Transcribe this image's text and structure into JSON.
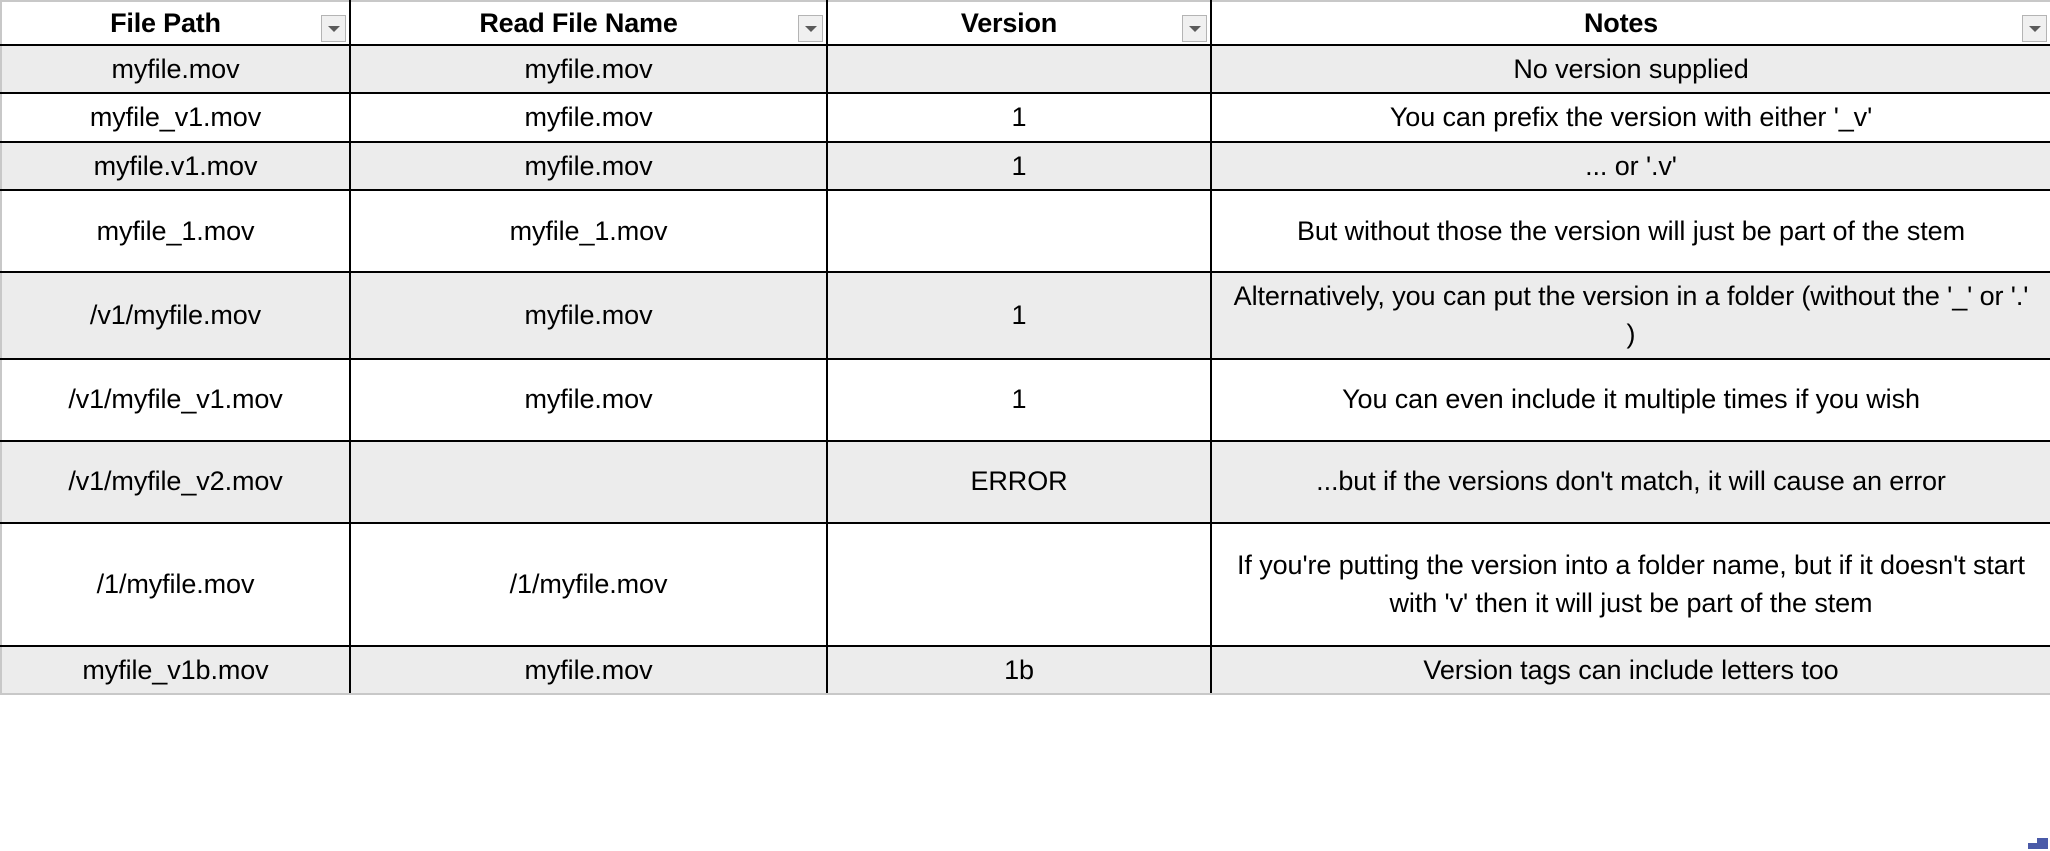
{
  "table": {
    "columns": [
      {
        "key": "file_path",
        "label": "File Path",
        "filter_icon": "chevron-down-icon"
      },
      {
        "key": "read_file_name",
        "label": "Read File Name",
        "filter_icon": "chevron-down-icon"
      },
      {
        "key": "version",
        "label": "Version",
        "filter_icon": "chevron-down-icon"
      },
      {
        "key": "notes",
        "label": "Notes",
        "filter_icon": "chevron-down-icon"
      }
    ],
    "rows": [
      {
        "file_path": "myfile.mov",
        "read_file_name": "myfile.mov",
        "version": "",
        "notes": "No version supplied"
      },
      {
        "file_path": "myfile_v1.mov",
        "read_file_name": "myfile.mov",
        "version": "1",
        "notes": "You can prefix the version with either '_v'"
      },
      {
        "file_path": "myfile.v1.mov",
        "read_file_name": "myfile.mov",
        "version": "1",
        "notes": "... or '.v'"
      },
      {
        "file_path": "myfile_1.mov",
        "read_file_name": "myfile_1.mov",
        "version": "",
        "notes": "But without those the version will just be part of the stem"
      },
      {
        "file_path": "/v1/myfile.mov",
        "read_file_name": "myfile.mov",
        "version": "1",
        "notes": "Alternatively, you can put the version in a folder (without the '_' or '.' )"
      },
      {
        "file_path": "/v1/myfile_v1.mov",
        "read_file_name": "myfile.mov",
        "version": "1",
        "notes": "You can even include it multiple times if you wish"
      },
      {
        "file_path": "/v1/myfile_v2.mov",
        "read_file_name": "",
        "version": "ERROR",
        "notes": "...but if the versions don't match, it will cause an error"
      },
      {
        "file_path": "/1/myfile.mov",
        "read_file_name": "/1/myfile.mov",
        "version": "",
        "notes": "If you're putting the version into a folder name, but if it doesn't start with 'v' then it will just be part of the stem"
      },
      {
        "file_path": "myfile_v1b.mov",
        "read_file_name": "myfile.mov",
        "version": "1b",
        "notes": "Version tags can include letters too"
      }
    ]
  },
  "colors": {
    "band_even": "#ececec",
    "band_odd": "#ffffff",
    "grid_line": "#000000",
    "outer_line": "#c8c8c8",
    "filter_button_fill": "#f0f0f0",
    "resize_handle": "#4a5aa8",
    "text": "#000000"
  }
}
